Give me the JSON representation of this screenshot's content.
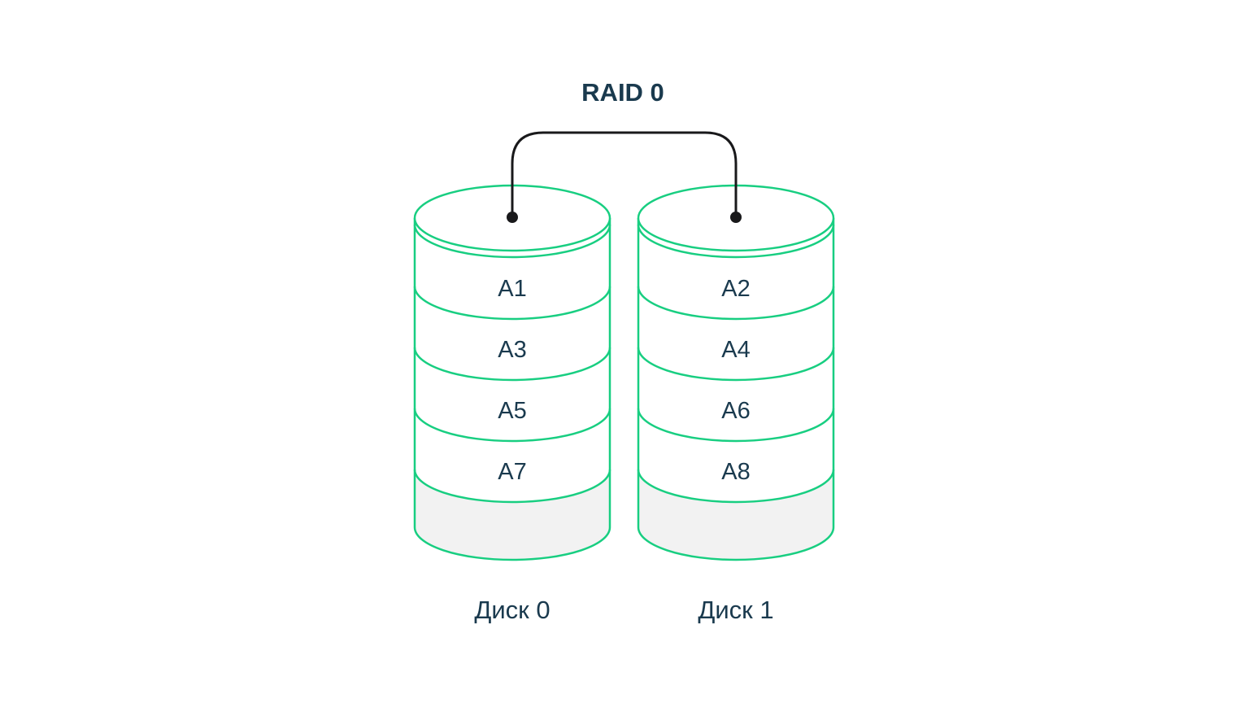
{
  "title": "RAID 0",
  "colors": {
    "outline_green": "#18ce81",
    "label_navy": "#1a3a4e",
    "connector_black": "#19191b",
    "empty_segment_gray": "#f2f2f2",
    "background": "#ffffff"
  },
  "disks": [
    {
      "name": "Диск 0",
      "blocks": [
        "A1",
        "A3",
        "A5",
        "A7"
      ]
    },
    {
      "name": "Диск 1",
      "blocks": [
        "A2",
        "A4",
        "A6",
        "A8"
      ]
    }
  ]
}
